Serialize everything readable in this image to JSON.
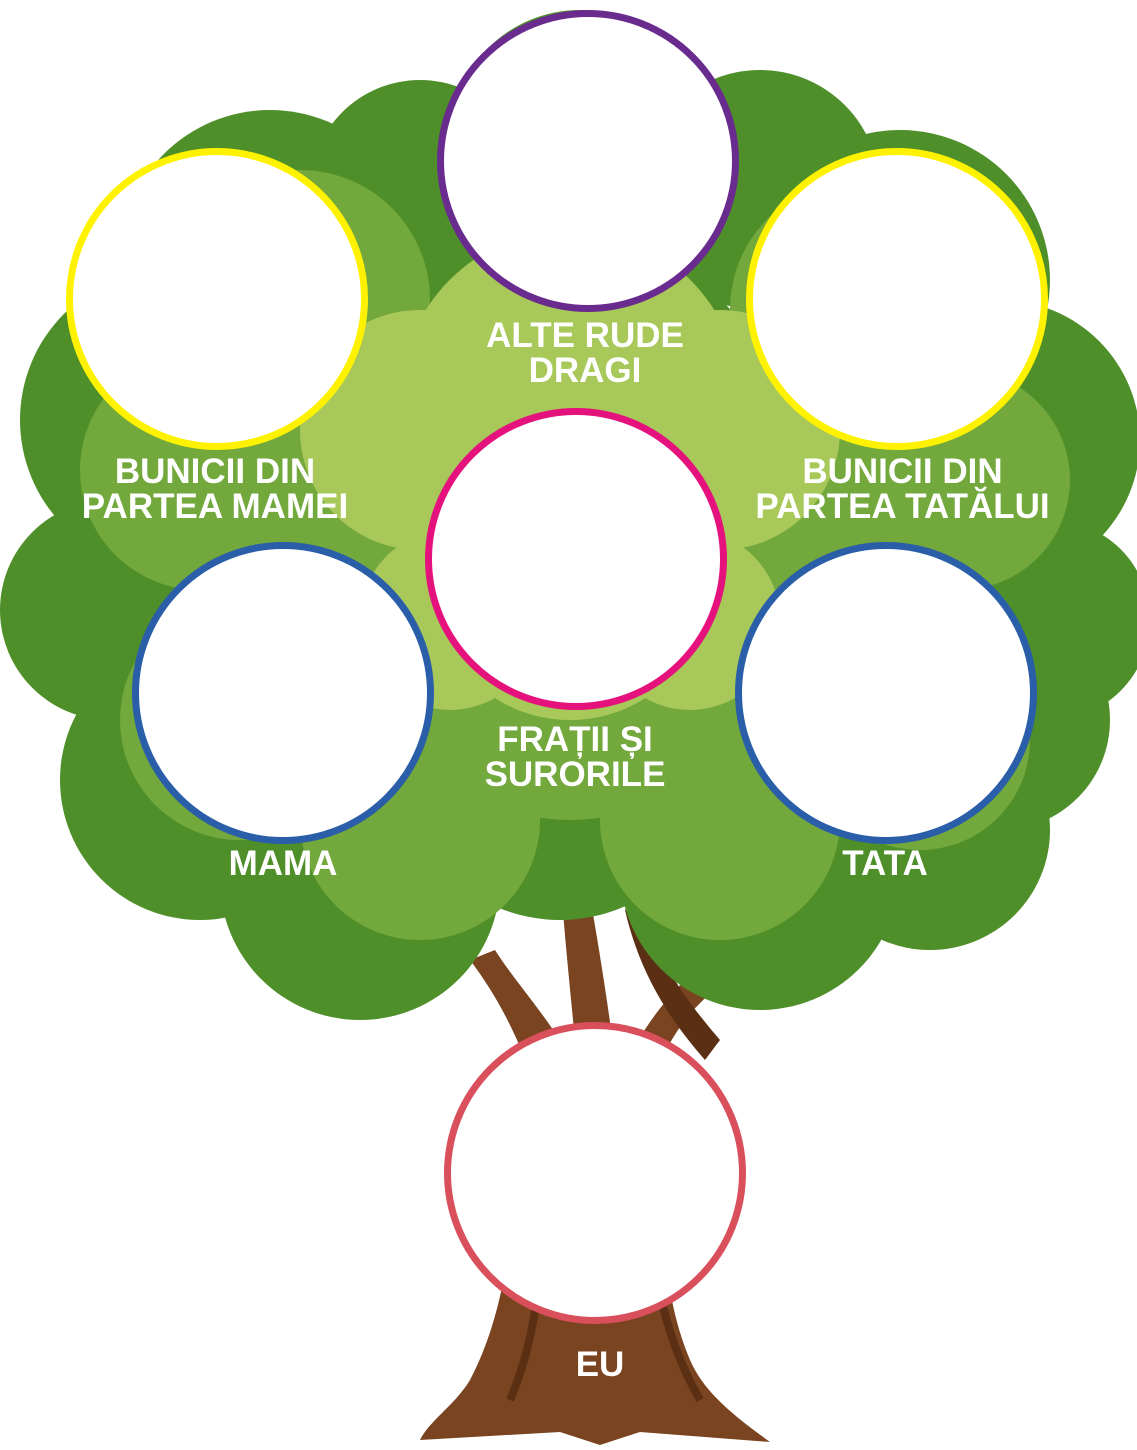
{
  "title": "",
  "colors": {
    "foliage_dark": "#4f8f2a",
    "foliage_mid": "#72a83c",
    "foliage_light": "#a8c95a",
    "trunk": "#7a4420",
    "trunk_dark": "#5a2f14",
    "label_text": "#ffffff"
  },
  "nodes": [
    {
      "id": "alte-rude-dragi",
      "label": "ALTE RUDE\nDRAGI",
      "ring_color": "#6a2b8e"
    },
    {
      "id": "bunicii-mamei",
      "label": "BUNICII DIN\nPARTEA MAMEI",
      "ring_color": "#fff200"
    },
    {
      "id": "bunicii-tatalui",
      "label": "BUNICII DIN\nPARTEA TATĂLUI",
      "ring_color": "#fff200"
    },
    {
      "id": "fratii-surorile",
      "label": "FRAȚII ȘI\nSURORILE",
      "ring_color": "#e5127d"
    },
    {
      "id": "mama",
      "label": "MAMA",
      "ring_color": "#2a5ea8"
    },
    {
      "id": "tata",
      "label": "TATA",
      "ring_color": "#2a5ea8"
    },
    {
      "id": "eu",
      "label": "EU",
      "ring_color": "#d94f5c"
    }
  ]
}
